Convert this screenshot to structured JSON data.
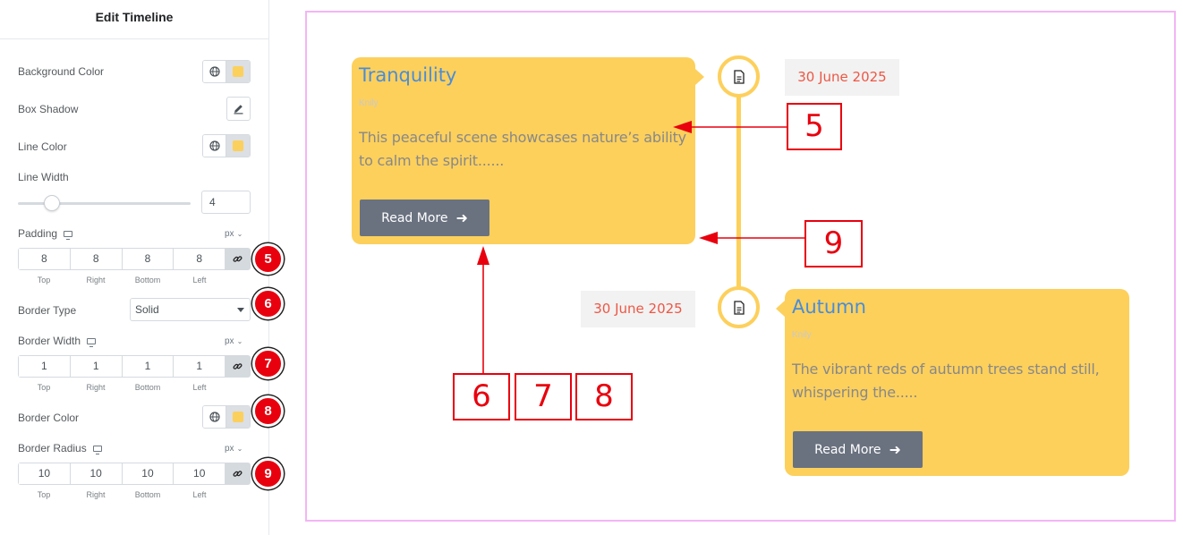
{
  "panel": {
    "title": "Edit Timeline",
    "background_color_label": "Background Color",
    "box_shadow_label": "Box Shadow",
    "line_color_label": "Line Color",
    "line_width_label": "Line Width",
    "line_width_value": "4",
    "padding": {
      "label": "Padding",
      "unit": "px",
      "values": [
        "8",
        "8",
        "8",
        "8"
      ],
      "sides": [
        "Top",
        "Right",
        "Bottom",
        "Left"
      ]
    },
    "border_type": {
      "label": "Border Type",
      "value": "Solid"
    },
    "border_width": {
      "label": "Border Width",
      "unit": "px",
      "values": [
        "1",
        "1",
        "1",
        "1"
      ],
      "sides": [
        "Top",
        "Right",
        "Bottom",
        "Left"
      ]
    },
    "border_color_label": "Border Color",
    "border_radius": {
      "label": "Border Radius",
      "unit": "px",
      "values": [
        "10",
        "10",
        "10",
        "10"
      ],
      "sides": [
        "Top",
        "Right",
        "Bottom",
        "Left"
      ]
    },
    "swatch_color": "#fcd05c",
    "badges": [
      "5",
      "6",
      "7",
      "8",
      "9"
    ]
  },
  "preview": {
    "items": [
      {
        "title": "Tranquility",
        "author": "Knily",
        "text": "This peaceful scene showcases nature’s ability to calm the spirit......",
        "button": "Read More",
        "date": "30 June 2025"
      },
      {
        "title": "Autumn",
        "author": "Knily",
        "text": "The vibrant reds of autumn trees stand still, whispering the.....",
        "button": "Read More",
        "date": "30 June 2025"
      }
    ],
    "card_color": "#fdd05c",
    "callouts": [
      "5",
      "9",
      "6",
      "7",
      "8"
    ]
  }
}
